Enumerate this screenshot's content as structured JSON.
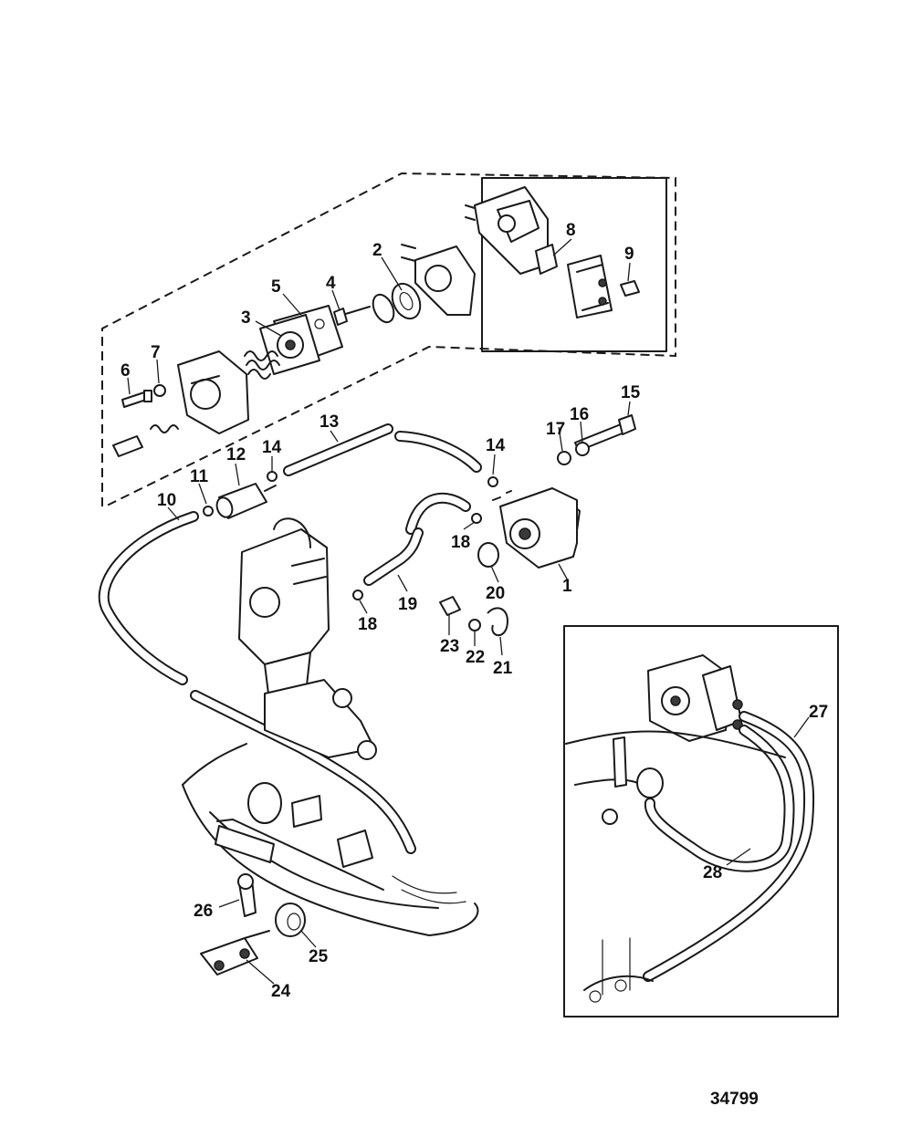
{
  "figure_number": "34799",
  "callouts": {
    "c1": "1",
    "c2": "2",
    "c3": "3",
    "c4": "4",
    "c5": "5",
    "c6": "6",
    "c7": "7",
    "c8": "8",
    "c9": "9",
    "c10": "10",
    "c11": "11",
    "c12": "12",
    "c13": "13",
    "c14a": "14",
    "c14b": "14",
    "c15": "15",
    "c16": "16",
    "c17": "17",
    "c18a": "18",
    "c18b": "18",
    "c19": "19",
    "c20": "20",
    "c21": "21",
    "c22": "22",
    "c23": "23",
    "c24": "24",
    "c25": "25",
    "c26": "26",
    "c27": "27",
    "c28": "28"
  },
  "colors": {
    "ink": "#1a1a1a",
    "paper": "#ffffff"
  }
}
